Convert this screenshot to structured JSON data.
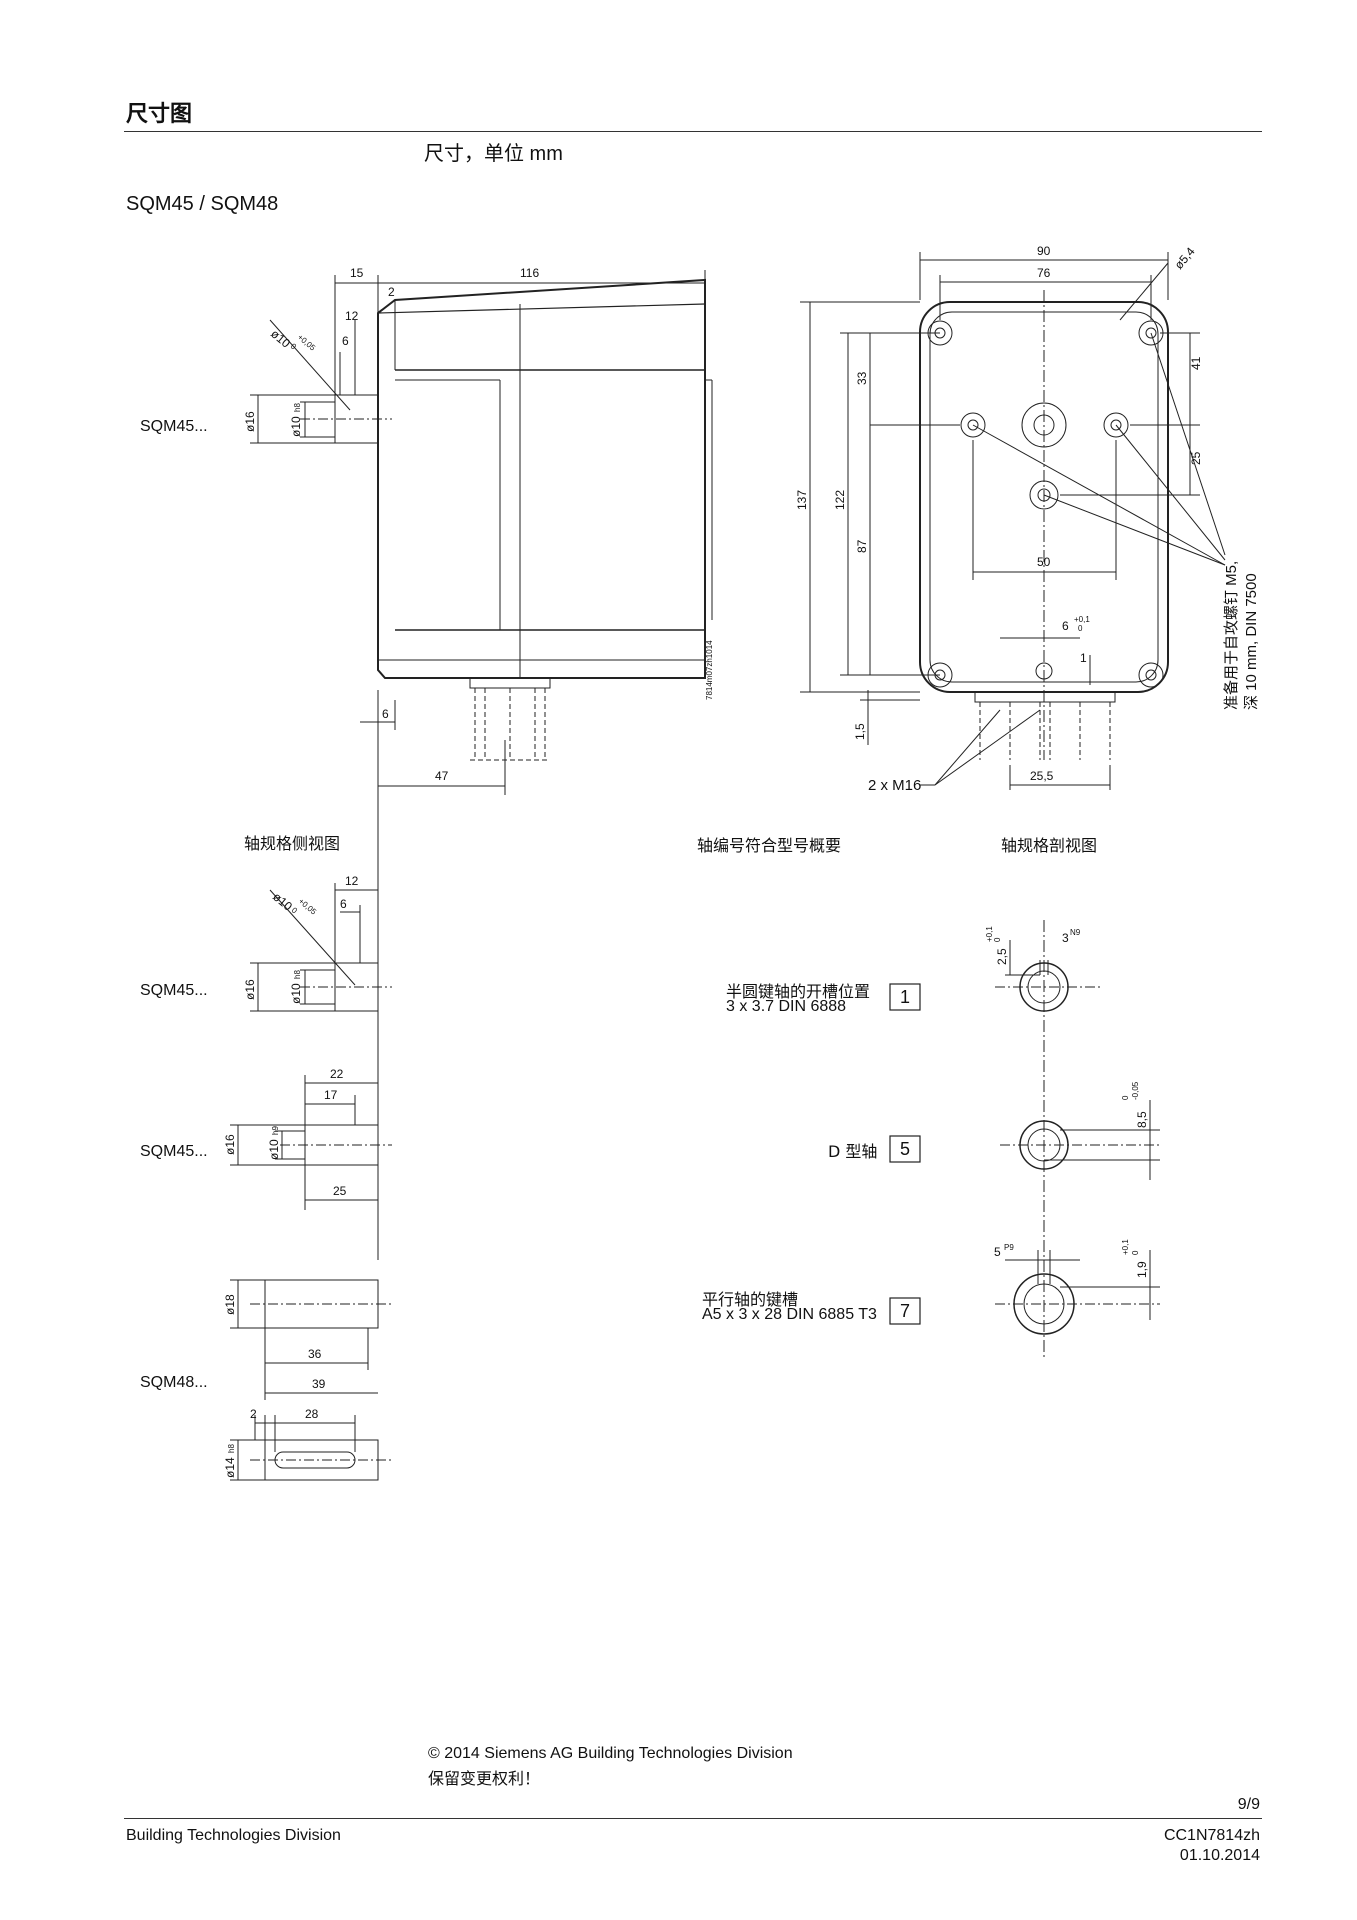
{
  "header": {
    "title": "尺寸图"
  },
  "units_note": "尺寸，单位 mm",
  "models": "SQM45 / SQM48",
  "side_labels": {
    "top": "SQM45...",
    "s1": "SQM45...",
    "s2": "SQM45...",
    "s3": "SQM48..."
  },
  "section_labels": {
    "side_view": "轴规格侧视图",
    "overview": "轴编号符合型号概要",
    "section_view": "轴规格剖视图"
  },
  "shafts": [
    {
      "desc1": "半圆键轴的开槽位置",
      "desc2": "3 x 3.7 DIN 6888",
      "num": "1"
    },
    {
      "desc1": "D 型轴",
      "desc2": "",
      "num": "5"
    },
    {
      "desc1": "平行轴的键槽",
      "desc2": "A5 x 3 x 28 DIN 6885 T3",
      "num": "7"
    }
  ],
  "drawing": {
    "side": {
      "d116": "116",
      "d15": "15",
      "d2": "2",
      "d12": "12",
      "d6": "6",
      "phi10tol": "ø10",
      "tolu": "+0,05",
      "toll": "0",
      "phi16": "ø16",
      "phi10h8": "ø10",
      "h8": "h8",
      "d6b": "6",
      "d47": "47",
      "code": "7814m07zh1014"
    },
    "front": {
      "d90": "90",
      "d76": "76",
      "phi54": "ø5,4",
      "d137": "137",
      "d122": "122",
      "d33": "33",
      "d87": "87",
      "d41": "41",
      "d25": "25",
      "d50": "50",
      "d6": "6",
      "tol6u": "+0,1",
      "tol6l": "0",
      "d1": "1",
      "d15": "1,5",
      "d255": "25,5",
      "m16": "2 x M16",
      "screw1": "准备用于自攻螺钉 M5,",
      "screw2": "深 10 mm,  DIN 7500"
    },
    "shaft1": {
      "d12": "12",
      "d6": "6",
      "phi10": "ø10",
      "tolu": "+0,05",
      "toll": "0",
      "phi16": "ø16",
      "phi10h8": "ø10",
      "h8": "h8"
    },
    "shaft2": {
      "d22": "22",
      "d17": "17",
      "d25": "25",
      "phi16": "ø16",
      "phi10": "ø10",
      "h9": "h9"
    },
    "shaft3": {
      "phi18": "ø18",
      "d36": "36",
      "d39": "39",
      "d2": "2",
      "d28": "28",
      "phi14": "ø14",
      "h8": "h8"
    },
    "sec1": {
      "d25": "2,5",
      "tolu": "+0,1",
      "toll": "0",
      "d3": "3",
      "n9": "N9"
    },
    "sec2": {
      "d85": "8,5",
      "tolu": "0",
      "toll": "-0,05"
    },
    "sec3": {
      "d5": "5",
      "p9": "P9",
      "d19": "1,9",
      "tolu": "+0,1",
      "toll": "0"
    }
  },
  "footer": {
    "copyright": "© 2014 Siemens AG Building Technologies Division",
    "rights": "保留变更权利！",
    "page": "9/9",
    "division": "Building Technologies Division",
    "doc": "CC1N7814zh",
    "date": "01.10.2014"
  }
}
